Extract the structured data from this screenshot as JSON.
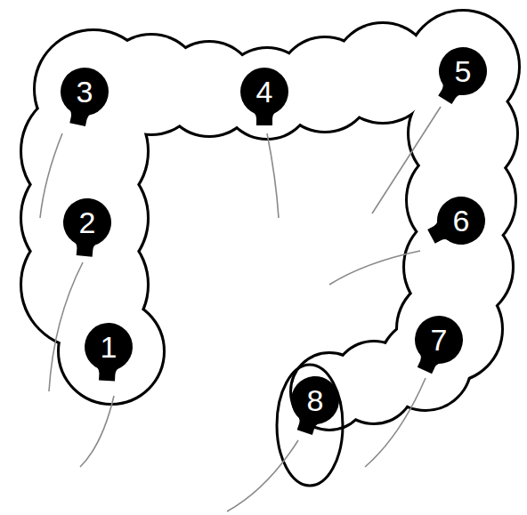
{
  "diagram": {
    "nodes": [
      {
        "text": [
          "1"
        ]
      },
      {
        "text": [
          "2"
        ]
      },
      {
        "text": [
          "3"
        ]
      },
      {
        "text": [
          "4"
        ]
      },
      {
        "text": [
          "5"
        ]
      },
      {
        "text": [
          "6"
        ]
      },
      {
        "text": [
          "7"
        ]
      },
      {
        "text": [
          "8"
        ]
      }
    ]
  }
}
